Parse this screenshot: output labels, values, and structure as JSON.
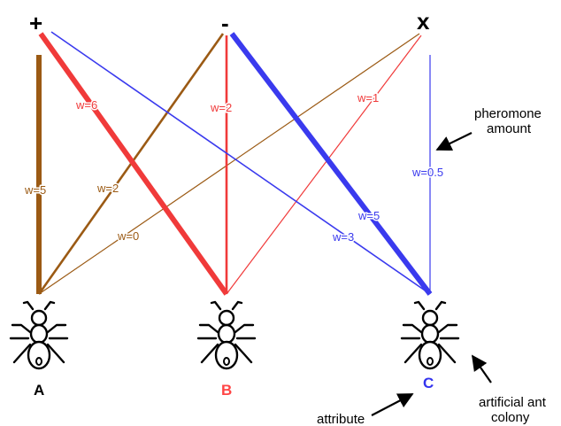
{
  "attributes": [
    {
      "id": "plus",
      "label": "+"
    },
    {
      "id": "minus",
      "label": "-"
    },
    {
      "id": "x",
      "label": "x"
    }
  ],
  "ants": [
    {
      "id": "A",
      "label": "A",
      "color": "#000000"
    },
    {
      "id": "B",
      "label": "B",
      "color": "#ff4444"
    },
    {
      "id": "C",
      "label": "C",
      "color": "#3333ee"
    }
  ],
  "edges": [
    {
      "id": "a-plus",
      "weight_label": "w=5",
      "color": "#9b5a14"
    },
    {
      "id": "a-minus",
      "weight_label": "w=2",
      "color": "#9b5a14"
    },
    {
      "id": "a-x",
      "weight_label": "w=0",
      "color": "#9b5a14"
    },
    {
      "id": "b-plus",
      "weight_label": "w=6",
      "color": "#f03a3a"
    },
    {
      "id": "b-minus",
      "weight_label": "w=2",
      "color": "#f03a3a"
    },
    {
      "id": "b-x",
      "weight_label": "w=1",
      "color": "#f03a3a"
    },
    {
      "id": "c-plus",
      "weight_label": "w=3",
      "color": "#3a3aee"
    },
    {
      "id": "c-minus",
      "weight_label": "w=5",
      "color": "#3a3aee"
    },
    {
      "id": "c-x",
      "weight_label": "w=0.5",
      "color": "#3a3aee"
    }
  ],
  "annotations": {
    "pheromone": "pheromone\namount",
    "colony": "artificial ant\ncolony",
    "attribute": "attribute"
  }
}
